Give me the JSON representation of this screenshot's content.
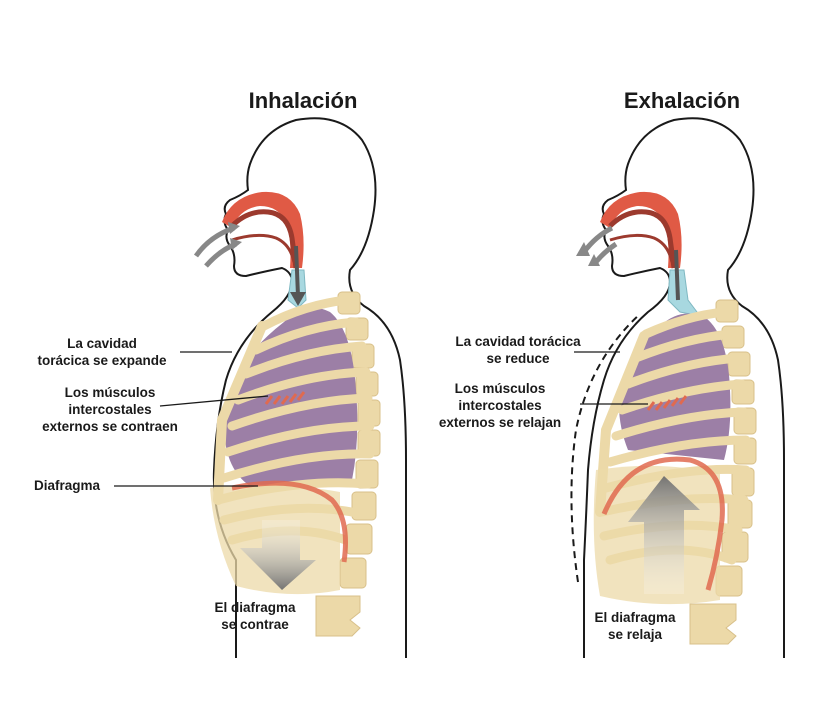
{
  "inhalation": {
    "title": "Inhalación",
    "labels": {
      "cavity_line1": "La cavidad",
      "cavity_line2": "torácica se expande",
      "muscles_line1": "Los músculos",
      "muscles_line2": "intercostales",
      "muscles_line3": "externos se contraen",
      "diaphragm": "Diafragma",
      "diaphragm_action_line1": "El diafragma",
      "diaphragm_action_line2": "se contrae"
    }
  },
  "exhalation": {
    "title": "Exhalación",
    "labels": {
      "cavity_line1": "La cavidad torácica",
      "cavity_line2": "se reduce",
      "muscles_line1": "Los músculos",
      "muscles_line2": "intercostales",
      "muscles_line3": "externos se relajan",
      "diaphragm_action_line1": "El diafragma",
      "diaphragm_action_line2": "se relaja"
    }
  },
  "colors": {
    "bone": "#ecd9a8",
    "bone_outline": "#d8c08a",
    "lung": "#9c7fa6",
    "airway_red": "#e05a45",
    "airway_dark": "#9c3a2e",
    "trachea": "#a8d8e0",
    "diaphragm": "#e06a50",
    "arrow_gray": "#7a7a7a"
  }
}
